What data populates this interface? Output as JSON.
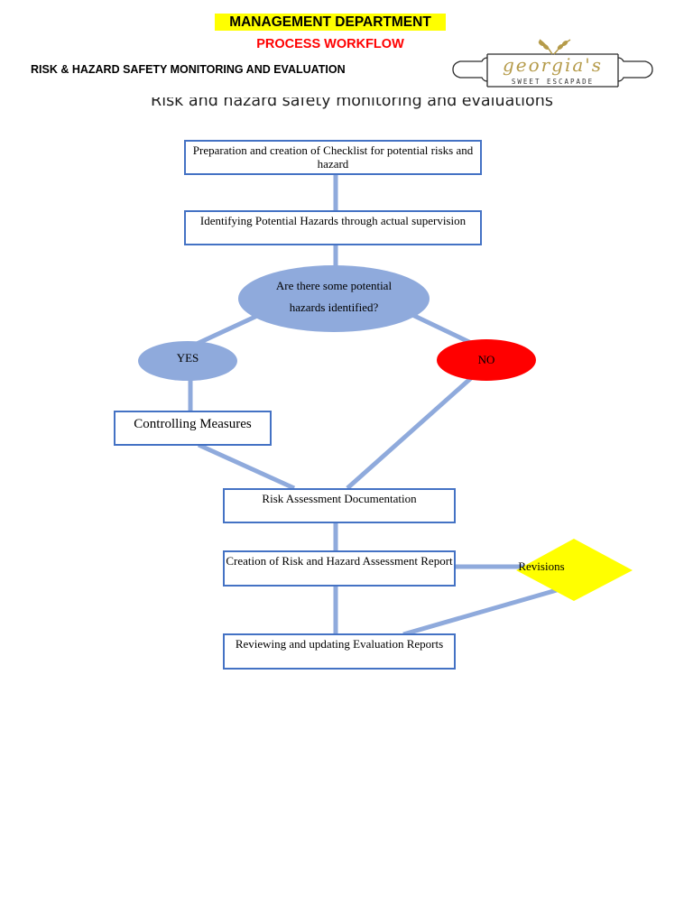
{
  "header": {
    "department": "MANAGEMENT DEPARTMENT",
    "workflow": "PROCESS WORKFLOW",
    "section": "RISK & HAZARD SAFETY MONITORING AND EVALUATION"
  },
  "logo": {
    "script": "georgia's",
    "tagline": "SWEET ESCAPADE"
  },
  "subtitle": "Risk and hazard safety monitoring and evaluations",
  "flow": {
    "step1": "Preparation and creation of Checklist for potential risks and hazard",
    "step2": "Identifying Potential Hazards through actual supervision",
    "question": "Are there some potential hazards identified?",
    "yes": "YES",
    "no": "NO",
    "controls": "Controlling Measures",
    "documentation": "Risk Assessment Documentation",
    "report": "Creation of Risk and Hazard Assessment Report",
    "revisions": "Revisions",
    "review": "Reviewing and updating Evaluation Reports"
  },
  "colors": {
    "connector": "#8faadc",
    "box_border": "#4472c4",
    "yes_fill": "#8faadc",
    "no_fill": "#ff0000",
    "revisions_fill": "#ffff00",
    "header_highlight": "#ffff00",
    "workflow_text": "#ff0000",
    "logo_gold": "#b59b4a"
  }
}
